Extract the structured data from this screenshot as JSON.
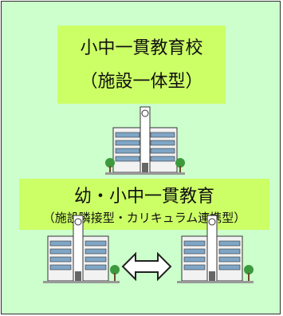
{
  "integrated_school": {
    "title": "小中一貫教育校",
    "subtitle": "（施設一体型）"
  },
  "linked_school": {
    "title": "幼・小中一貫教育",
    "subtitle": "（施設隣接型・カリキュラム連携型）"
  },
  "colors": {
    "background": "#ccffcc",
    "label_box": "#ccff66",
    "border": "#2e2e2e"
  },
  "icons": [
    "school-building-icon",
    "double-arrow-icon"
  ]
}
